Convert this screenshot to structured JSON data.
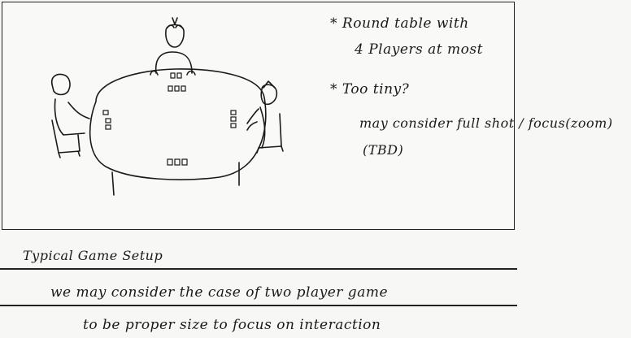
{
  "notes": {
    "line1": "* Round table with",
    "line2": "4 Players at most",
    "line3": "* Too tiny?",
    "line4": "may consider  full shot / focus(zoom)",
    "line5": "(TBD)"
  },
  "caption": "Typical  Game  Setup",
  "body": {
    "line1": "we  may  consider  the case of two player game",
    "line2": "to be proper size  to focus on  interaction"
  }
}
